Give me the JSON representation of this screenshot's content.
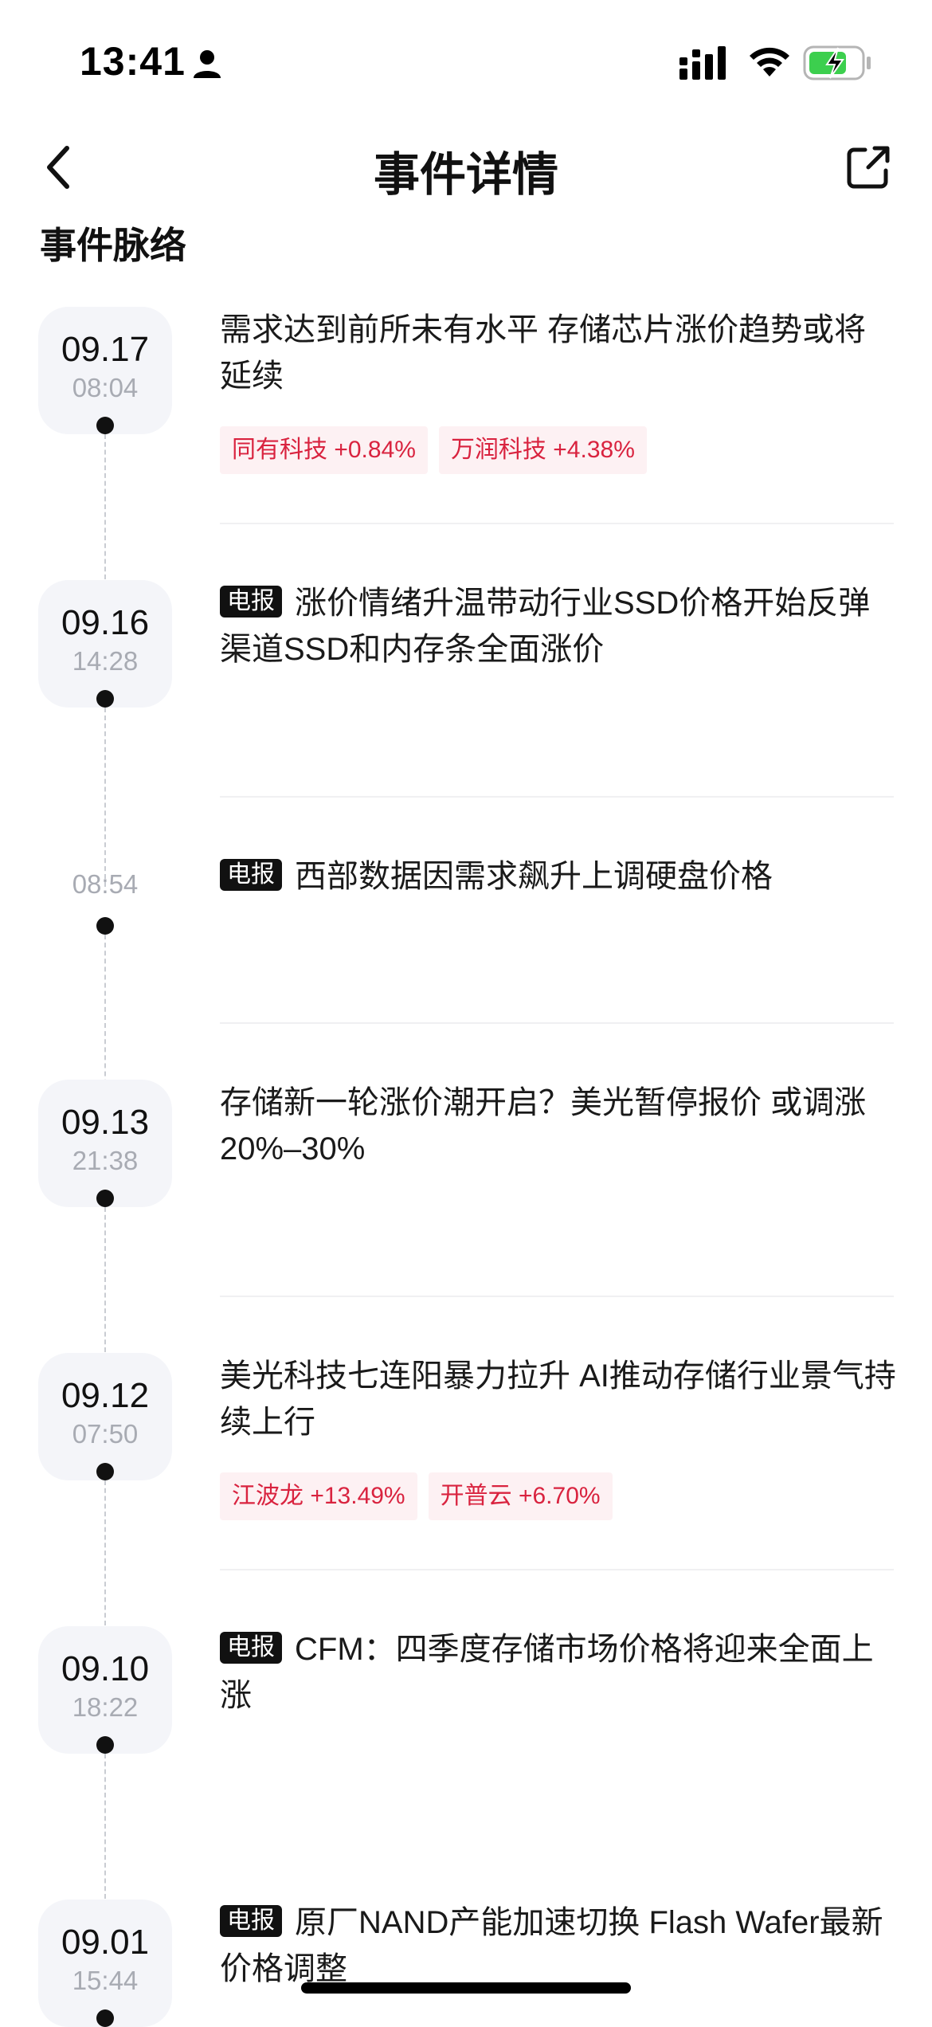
{
  "status_bar": {
    "time": "13:41",
    "icons": [
      "person-icon",
      "signal-icon",
      "wifi-icon",
      "battery-charging-icon"
    ]
  },
  "nav": {
    "title": "事件详情",
    "back_icon": "chevron-left-icon",
    "share_icon": "share-icon"
  },
  "section_title": "事件脉络",
  "colors": {
    "stock_tag_text": "#d9233f",
    "stock_tag_bg": "#fdf1f3",
    "date_box_bg": "#f4f5f9",
    "battery_fill": "#3ccf4e"
  },
  "events": [
    {
      "date": "09.17",
      "time": "08:04",
      "title": "需求达到前所未有水平 存储芯片涨价趋势或将延续",
      "stocks": [
        {
          "name": "同有科技",
          "change": "+0.84%"
        },
        {
          "name": "万润科技",
          "change": "+4.38%"
        }
      ]
    },
    {
      "date": "09.16",
      "time": "14:28",
      "tag": "电报",
      "title": "涨价情绪升温带动行业SSD价格开始反弹 渠道SSD和内存条全面涨价"
    },
    {
      "time": "08:54",
      "tag": "电报",
      "title": "西部数据因需求飙升上调硬盘价格"
    },
    {
      "date": "09.13",
      "time": "21:38",
      "title": "存储新一轮涨价潮开启？美光暂停报价 或调涨20%–30%"
    },
    {
      "date": "09.12",
      "time": "07:50",
      "title": "美光科技七连阳暴力拉升 AI推动存储行业景气持续上行",
      "stocks": [
        {
          "name": "江波龙",
          "change": "+13.49%"
        },
        {
          "name": "开普云",
          "change": "+6.70%"
        }
      ]
    },
    {
      "date": "09.10",
      "time": "18:22",
      "tag": "电报",
      "title": "CFM：四季度存储市场价格将迎来全面上涨"
    },
    {
      "date": "09.01",
      "time": "15:44",
      "tag": "电报",
      "title": "原厂NAND产能加速切换 Flash Wafer最新价格调整"
    }
  ]
}
